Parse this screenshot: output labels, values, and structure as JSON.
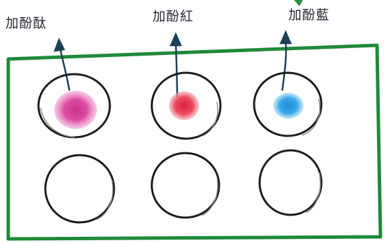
{
  "labels": {
    "left": "加酚酞",
    "middle": "加酚紅",
    "right": "加酚藍"
  },
  "colors": {
    "tray_border": "#1f8a3a",
    "well_outline": "#1b1b1b",
    "arrow": "#1c3f55",
    "pink_drop": "#d9479c",
    "red_drop": "#e0344d",
    "blue_drop": "#2f9fe0",
    "marker_green": "#2a8f3a"
  },
  "wells": [
    {
      "row": 1,
      "column": 1,
      "drop": "pink"
    },
    {
      "row": 1,
      "column": 2,
      "drop": "red"
    },
    {
      "row": 1,
      "column": 3,
      "drop": "blue"
    },
    {
      "row": 2,
      "column": 1,
      "drop": "none"
    },
    {
      "row": 2,
      "column": 2,
      "drop": "none"
    },
    {
      "row": 2,
      "column": 3,
      "drop": "none"
    }
  ]
}
